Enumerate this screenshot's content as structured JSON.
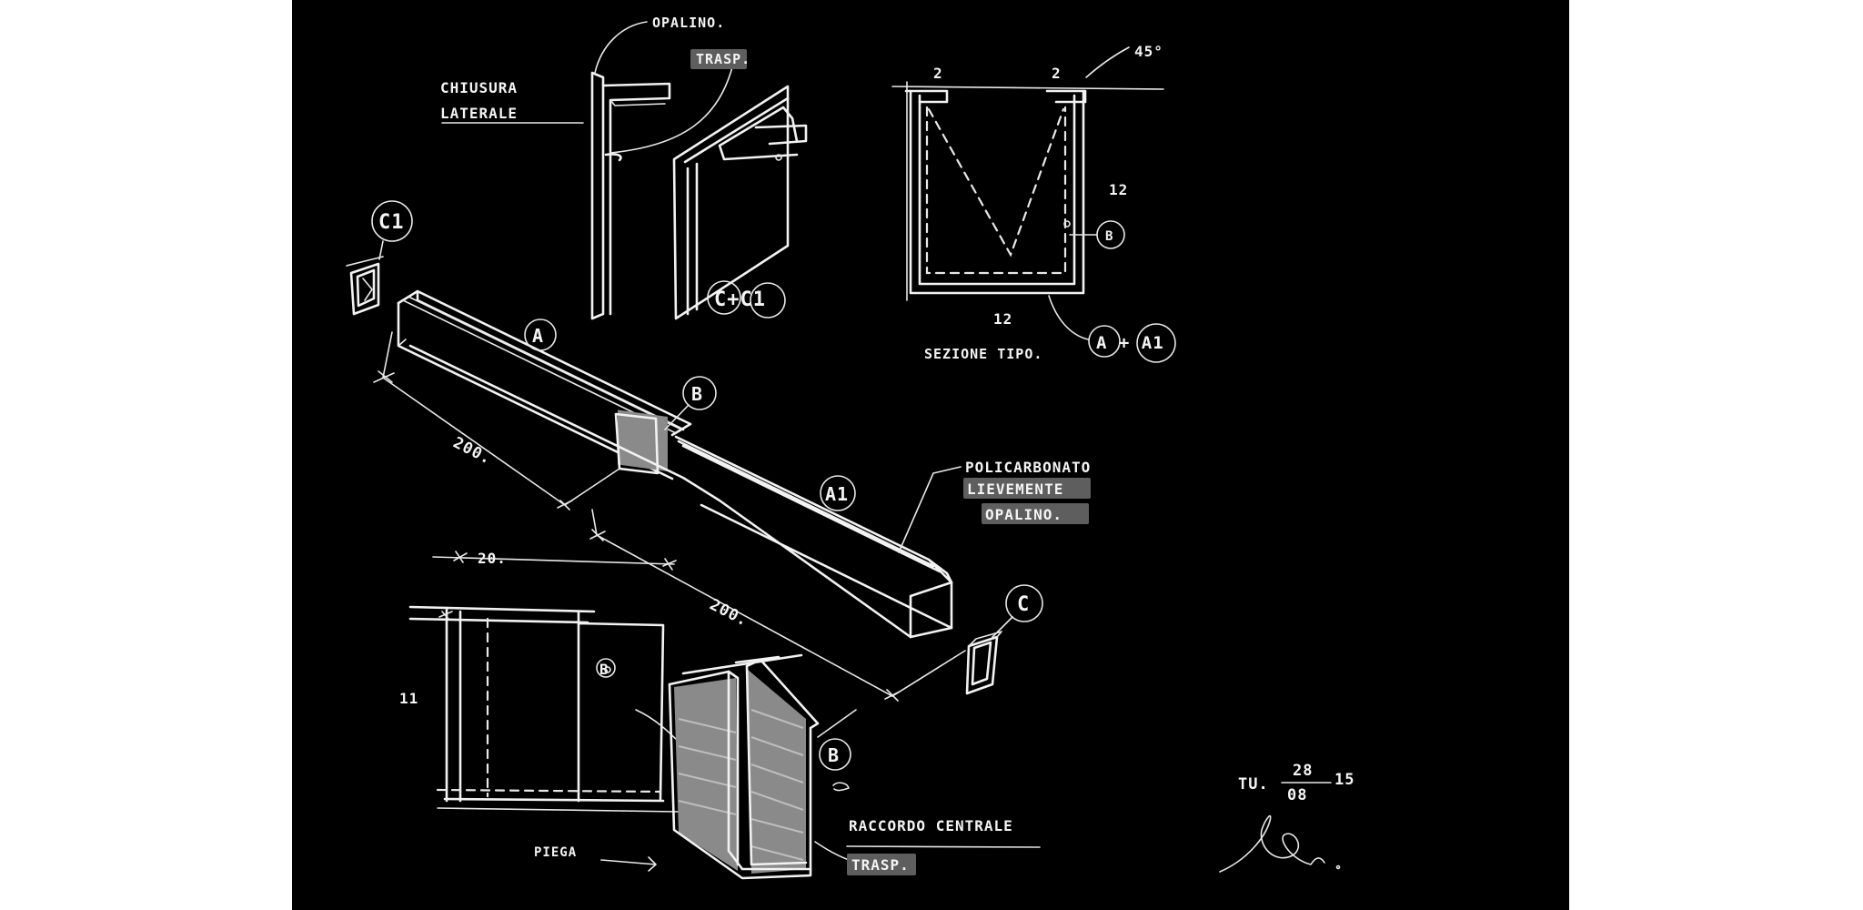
{
  "sketch": {
    "labels": {
      "opalino": "OPALINO.",
      "trasp_top": "TRASP.",
      "chiusura": "CHIUSURA",
      "laterale": "LATERALE",
      "c_plus_c1": "C+C1",
      "dim_2_left": "2",
      "dim_2_right": "2",
      "angle_45": "45°",
      "dim_12_side": "12",
      "dim_12_bottom": "12",
      "sezione_tipo": "SEZIONE TIPO.",
      "label_b_section": "B",
      "a_plus_a1": "A + A1",
      "label_c1": "C1",
      "label_a": "A",
      "label_b_mid": "B",
      "dim_200_left": "200.",
      "label_a1": "A1",
      "policarbonato": "POLICARBONATO",
      "lievemente": "LIEVEMENTE",
      "opalino_long": "OPALINO.",
      "dim_200_right": "200.",
      "label_c": "C",
      "dim_20": "20.",
      "dim_11": "11",
      "label_b_elev": "B",
      "label_b_piece": "B",
      "raccordo": "RACCORDO CENTRALE",
      "trasp_bottom": "TRASP.",
      "piega": "PIEGA",
      "date_prefix": "TU.",
      "date_day": "28",
      "date_month": "08",
      "date_year": "15"
    }
  }
}
